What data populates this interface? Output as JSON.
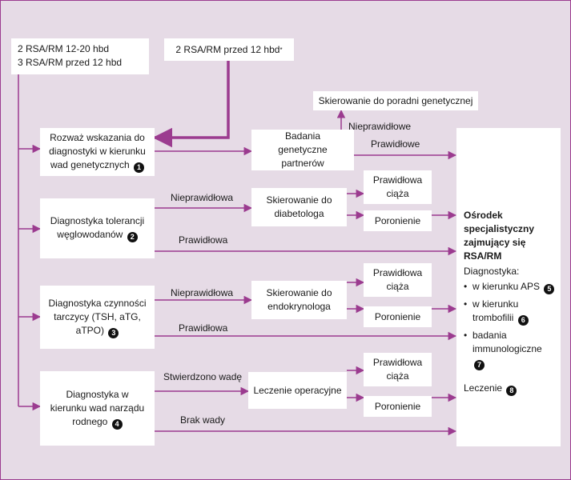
{
  "start_left": {
    "line1": "2 RSA/RM 12-20 hbd",
    "line2": "3 RSA/RM przed 12 hbd"
  },
  "start_right": {
    "text": "2 RSA/RM przed 12 hbd",
    "mark": "*"
  },
  "genetic_clinic": "Skierowanie do poradni genetycznej",
  "row1": {
    "consider_text": "Rozważ wskazania do diagnostyki w kierunku wad genetycznych",
    "consider_num": "1",
    "partners_test": "Badania genetyczne partnerów",
    "abnormal_label": "Nieprawidłowe",
    "normal_label": "Prawidłowe"
  },
  "row2": {
    "test_text": "Diagnostyka tolerancji węglowodanów",
    "test_num": "2",
    "abnormal_label": "Nieprawidłowa",
    "referral": "Skierowanie do diabetologa",
    "normal_pregnancy": "Prawidłowa ciąża",
    "miscarriage": "Poronienie",
    "normal_label": "Prawidłowa"
  },
  "row3": {
    "test_text": "Diagnostyka czynności tarczycy (TSH, aTG, aTPO)",
    "test_num": "3",
    "abnormal_label": "Nieprawidłowa",
    "referral": "Skierowanie do endokrynologa",
    "normal_pregnancy": "Prawidłowa ciąża",
    "miscarriage": "Poronienie",
    "normal_label": "Prawidłowa"
  },
  "row4": {
    "test_text": "Diagnostyka w kierunku wad narządu rodnego",
    "test_num": "4",
    "found_label": "Stwierdzono wadę",
    "surgery": "Leczenie operacyjne",
    "normal_pregnancy": "Prawidłowa ciąża",
    "miscarriage": "Poronienie",
    "no_defect_label": "Brak wady"
  },
  "center_box": {
    "title": "Ośrodek specjalistyczny zajmujący się RSA/RM",
    "diag_label": "Diagnostyka:",
    "items": [
      {
        "text": "w kierunku APS",
        "num": "5"
      },
      {
        "text": "w kierunku trombofilii",
        "num": "6"
      },
      {
        "text": "badania immunologiczne",
        "num": "7"
      }
    ],
    "treatment": "Leczenie",
    "treatment_num": "8"
  },
  "colors": {
    "background": "#e6dbe6",
    "frame": "#9b3b8f",
    "arrow": "#9b3b8f",
    "box": "#ffffff"
  }
}
